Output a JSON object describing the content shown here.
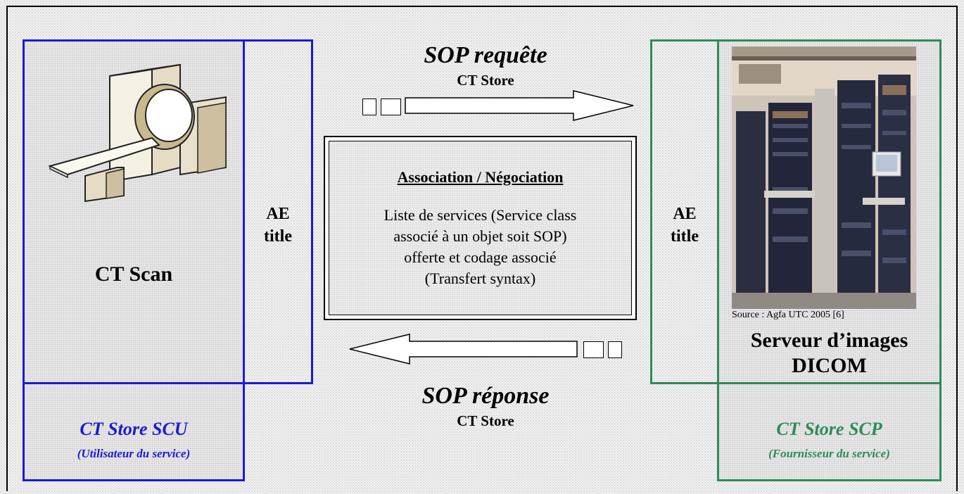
{
  "left": {
    "device_label": "CT Scan",
    "ae_title": [
      "AE",
      "title"
    ],
    "role_title": "CT Store SCU",
    "role_subtitle": "(Utilisateur du service)"
  },
  "right": {
    "device_label": [
      "Serveur d’images",
      "DICOM"
    ],
    "ae_title": [
      "AE",
      "title"
    ],
    "role_title": "CT Store SCP",
    "role_subtitle": "(Fournisseur du service)",
    "photo_source": "Source : Agfa UTC 2005 [6]"
  },
  "request": {
    "title": "SOP requête",
    "subtitle": "CT Store"
  },
  "response": {
    "title": "SOP réponse",
    "subtitle": "CT Store"
  },
  "association": {
    "title": "Association / Négociation",
    "body": [
      "Liste de services (Service class",
      "associé à un objet soit SOP)",
      "offerte et codage associé",
      "(Transfert syntax)"
    ]
  },
  "colors": {
    "scu": "#1a1ad6",
    "scp": "#2e8b57",
    "frame": "#000000"
  }
}
